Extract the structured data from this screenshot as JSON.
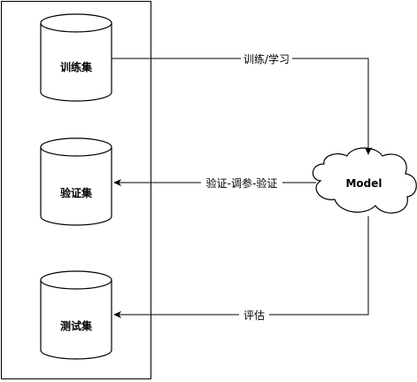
{
  "nodes": {
    "train": "训练集",
    "validation": "验证集",
    "test": "测试集",
    "model": "Model"
  },
  "edges": {
    "train_to_model": "训练/学习",
    "model_to_validation": "验证-调参-验证",
    "model_to_test": "评估"
  }
}
